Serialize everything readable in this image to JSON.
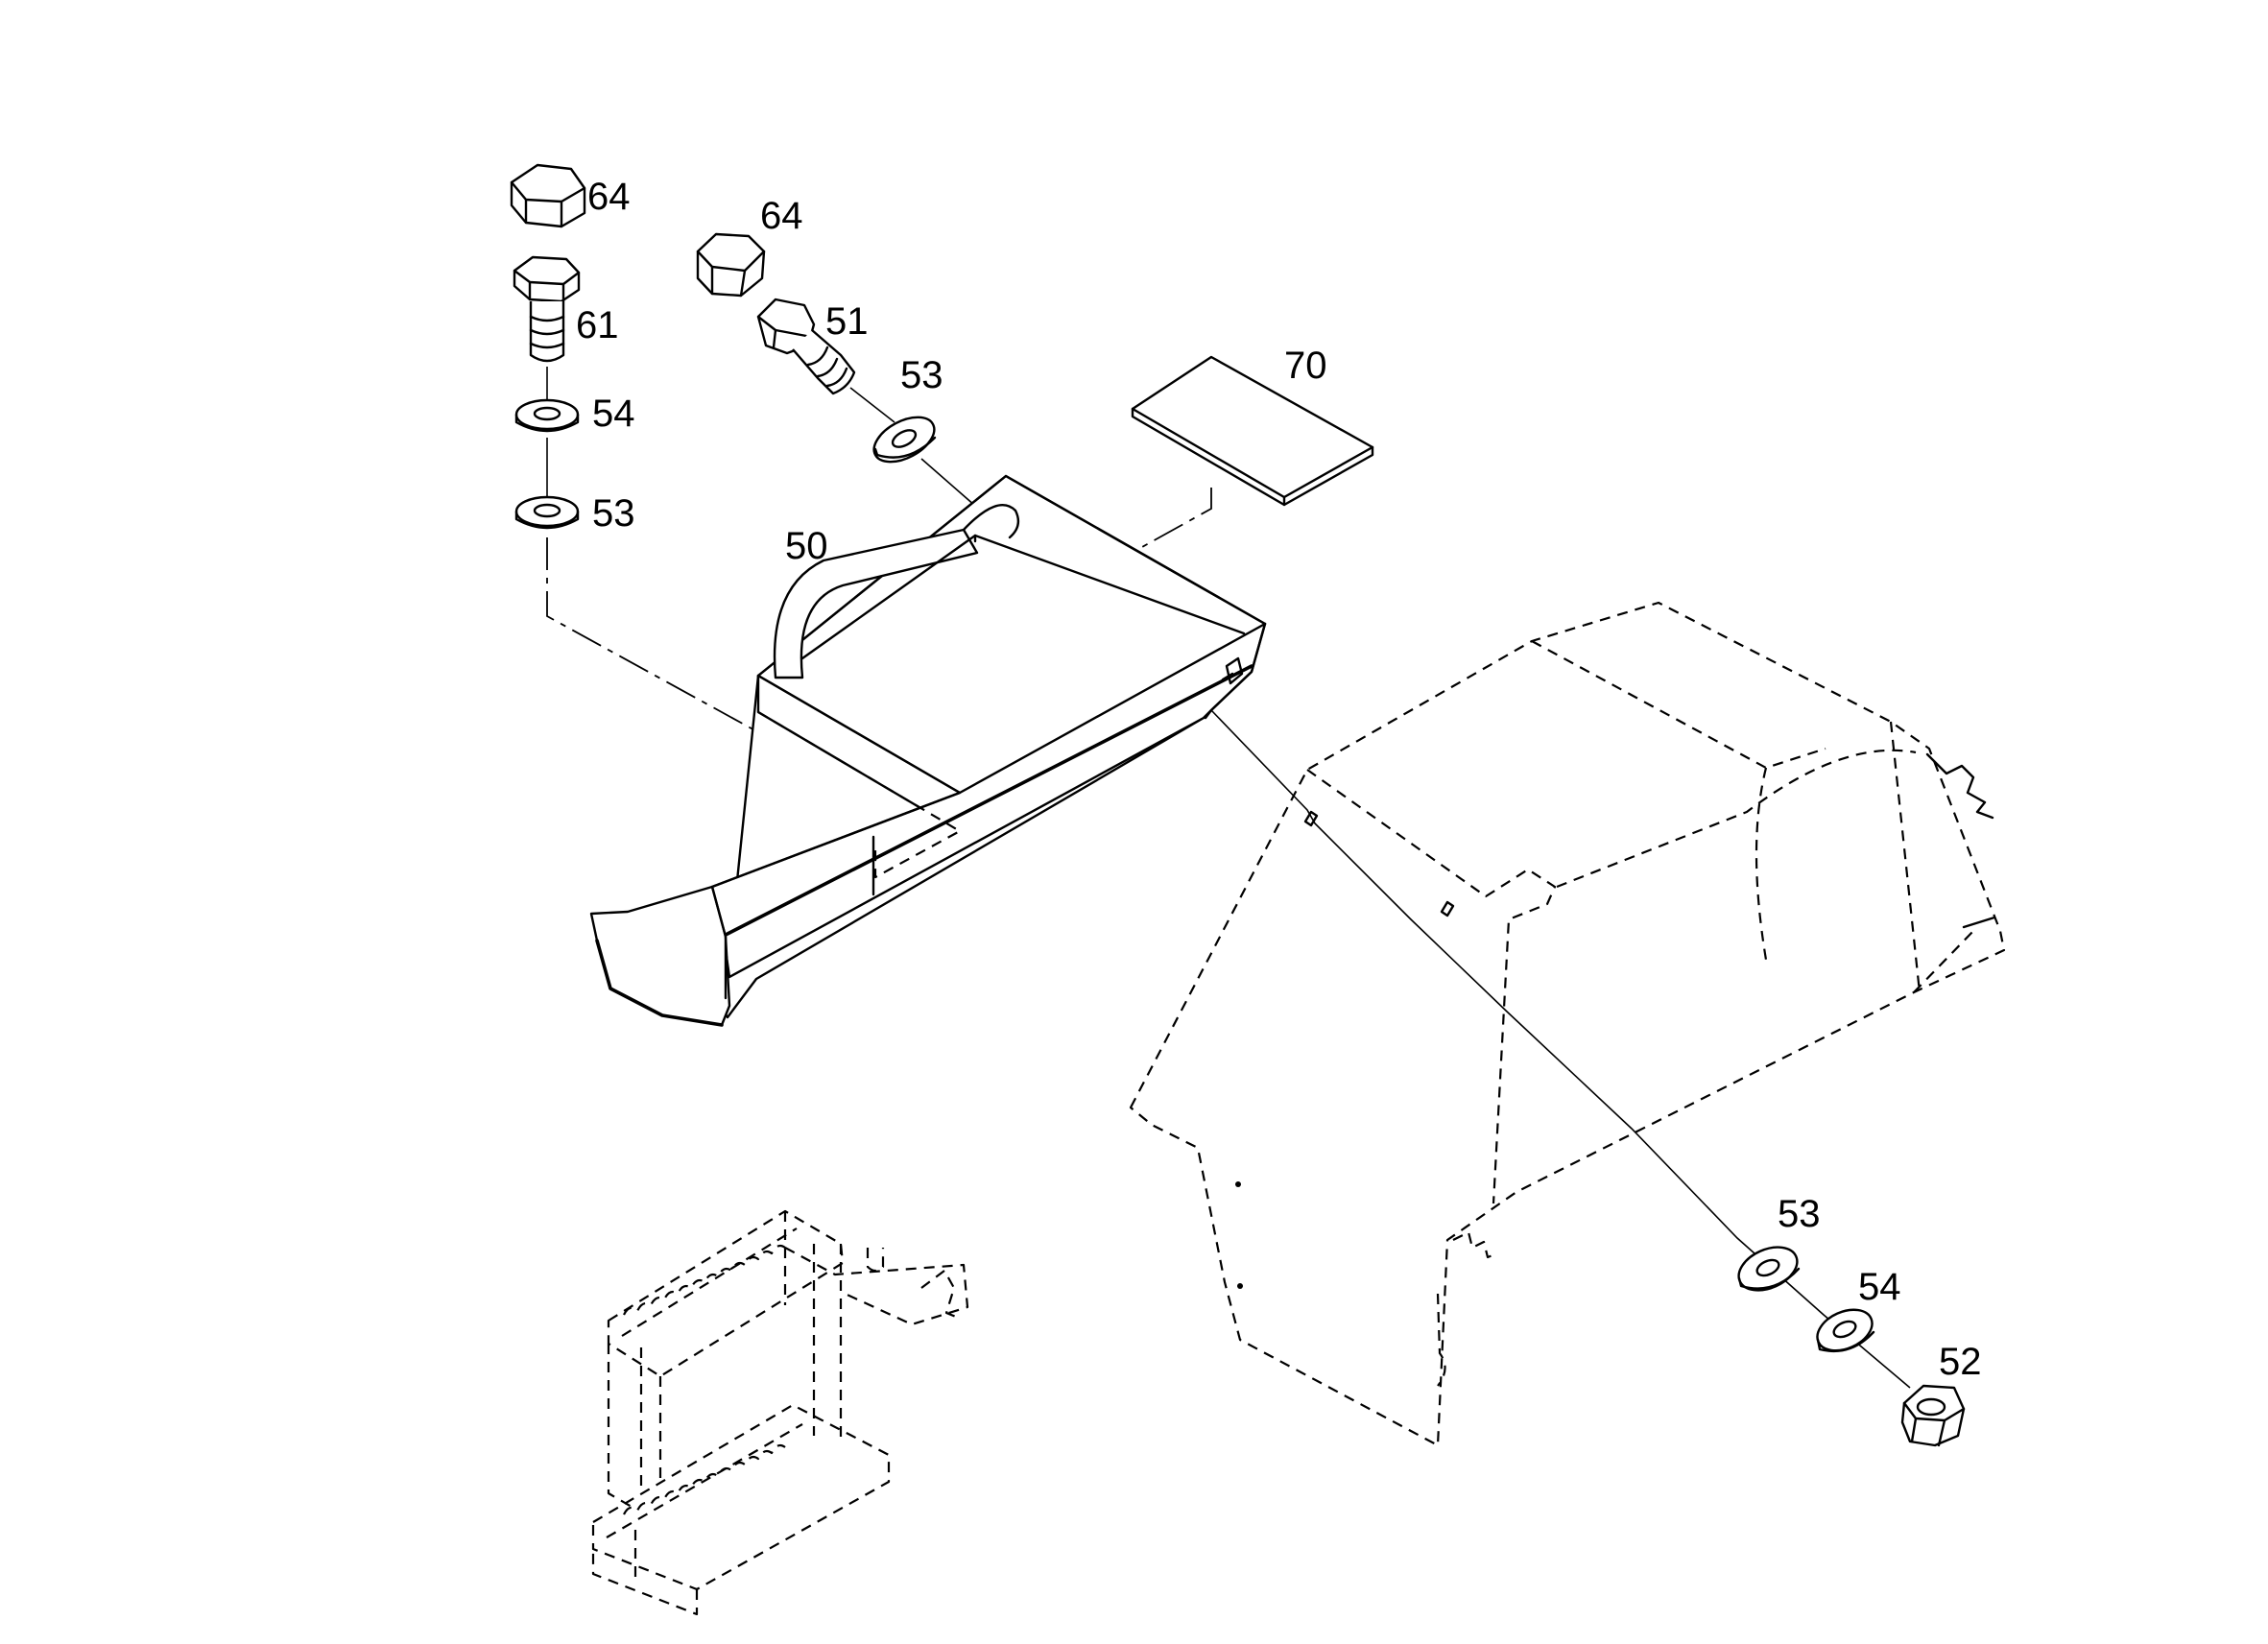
{
  "diagram": {
    "parts": [
      {
        "id": "p64a",
        "label": "64",
        "icon": "hex-cap-nut-icon"
      },
      {
        "id": "p61",
        "label": "61",
        "icon": "hex-bolt-icon"
      },
      {
        "id": "p54a",
        "label": "54",
        "icon": "washer-icon"
      },
      {
        "id": "p53a",
        "label": "53",
        "icon": "washer-icon"
      },
      {
        "id": "p64b",
        "label": "64",
        "icon": "hex-cap-nut-icon"
      },
      {
        "id": "p51",
        "label": "51",
        "icon": "hex-bolt-icon"
      },
      {
        "id": "p53b",
        "label": "53",
        "icon": "washer-icon"
      },
      {
        "id": "p70",
        "label": "70",
        "icon": "decal-plate-icon"
      },
      {
        "id": "p50",
        "label": "50",
        "icon": "bracket-bar-icon"
      },
      {
        "id": "p53c",
        "label": "53",
        "icon": "washer-icon"
      },
      {
        "id": "p54b",
        "label": "54",
        "icon": "washer-icon"
      },
      {
        "id": "p52",
        "label": "52",
        "icon": "hex-nut-icon"
      }
    ]
  }
}
